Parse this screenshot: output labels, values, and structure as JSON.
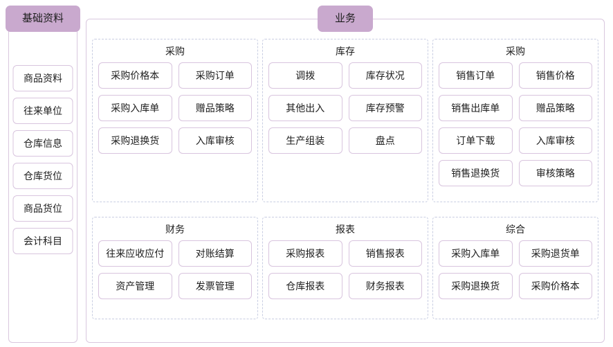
{
  "sidebar": {
    "title": "基础资料",
    "items": [
      {
        "label": "商品资料"
      },
      {
        "label": "往来单位"
      },
      {
        "label": "仓库信息"
      },
      {
        "label": "仓库货位"
      },
      {
        "label": "商品货位"
      },
      {
        "label": "会计科目"
      }
    ]
  },
  "main": {
    "title": "业务",
    "groups": [
      {
        "title": "采购",
        "items": [
          {
            "label": "采购价格本"
          },
          {
            "label": "采购订单"
          },
          {
            "label": "采购入库单"
          },
          {
            "label": "赠品策略"
          },
          {
            "label": "采购退换货"
          },
          {
            "label": "入库审核"
          }
        ]
      },
      {
        "title": "库存",
        "items": [
          {
            "label": "调拨"
          },
          {
            "label": "库存状况"
          },
          {
            "label": "其他出入"
          },
          {
            "label": "库存预警"
          },
          {
            "label": "生产组装"
          },
          {
            "label": "盘点"
          }
        ]
      },
      {
        "title": "采购",
        "items": [
          {
            "label": "销售订单"
          },
          {
            "label": "销售价格"
          },
          {
            "label": "销售出库单"
          },
          {
            "label": "赠品策略"
          },
          {
            "label": "订单下载"
          },
          {
            "label": "入库审核"
          },
          {
            "label": "销售退换货"
          },
          {
            "label": "审核策略"
          }
        ]
      },
      {
        "title": "财务",
        "items": [
          {
            "label": "往来应收应付"
          },
          {
            "label": "对账结算"
          },
          {
            "label": "资产管理"
          },
          {
            "label": "发票管理"
          }
        ]
      },
      {
        "title": "报表",
        "items": [
          {
            "label": "采购报表"
          },
          {
            "label": "销售报表"
          },
          {
            "label": "仓库报表"
          },
          {
            "label": "财务报表"
          }
        ]
      },
      {
        "title": "综合",
        "items": [
          {
            "label": "采购入库单"
          },
          {
            "label": "采购退货单"
          },
          {
            "label": "采购退换货"
          },
          {
            "label": "采购价格本"
          }
        ]
      }
    ]
  },
  "colors": {
    "legend_bg": "#c9a9ce",
    "panel_border": "#d9c7de",
    "chip_border": "#d8c4de",
    "group_border": "#c8cde2",
    "text": "#1d1d1d",
    "background": "#ffffff"
  }
}
